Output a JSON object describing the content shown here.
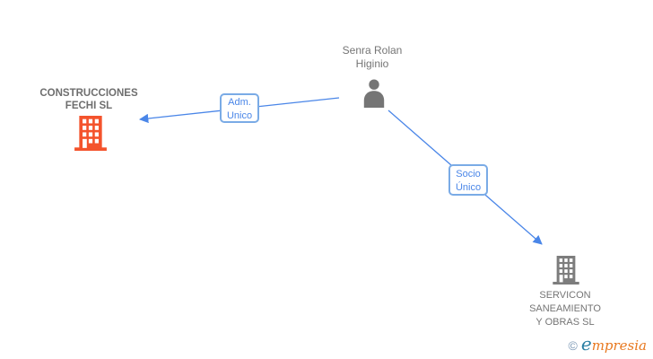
{
  "diagram": {
    "nodes": {
      "person": {
        "type": "person",
        "name_lines": [
          "Senra Rolan",
          "Higinio"
        ]
      },
      "company_left": {
        "type": "company",
        "name_lines": [
          "CONSTRUCCIONES",
          "FECHI SL"
        ],
        "highlighted": true
      },
      "company_right": {
        "type": "company",
        "name_lines": [
          "SERVICON",
          "SANEAMIENTO",
          "Y OBRAS SL"
        ],
        "highlighted": false
      }
    },
    "edges": [
      {
        "from": "person",
        "to": "company_left",
        "label_lines": [
          "Adm.",
          "Unico"
        ]
      },
      {
        "from": "person",
        "to": "company_right",
        "label_lines": [
          "Socio",
          "Único"
        ]
      }
    ],
    "colors": {
      "edge_blue": "#4a86e8",
      "edge_label_border": "#7aabe6",
      "highlight_orange": "#f4532c",
      "node_gray": "#7d7d7d",
      "text_gray": "#757575"
    }
  },
  "footer": {
    "copyright_symbol": "©",
    "brand_first_letter": "e",
    "brand_rest": "mpresia",
    "brand_teal": "#2a7fa3",
    "brand_orange": "#e8781f"
  }
}
